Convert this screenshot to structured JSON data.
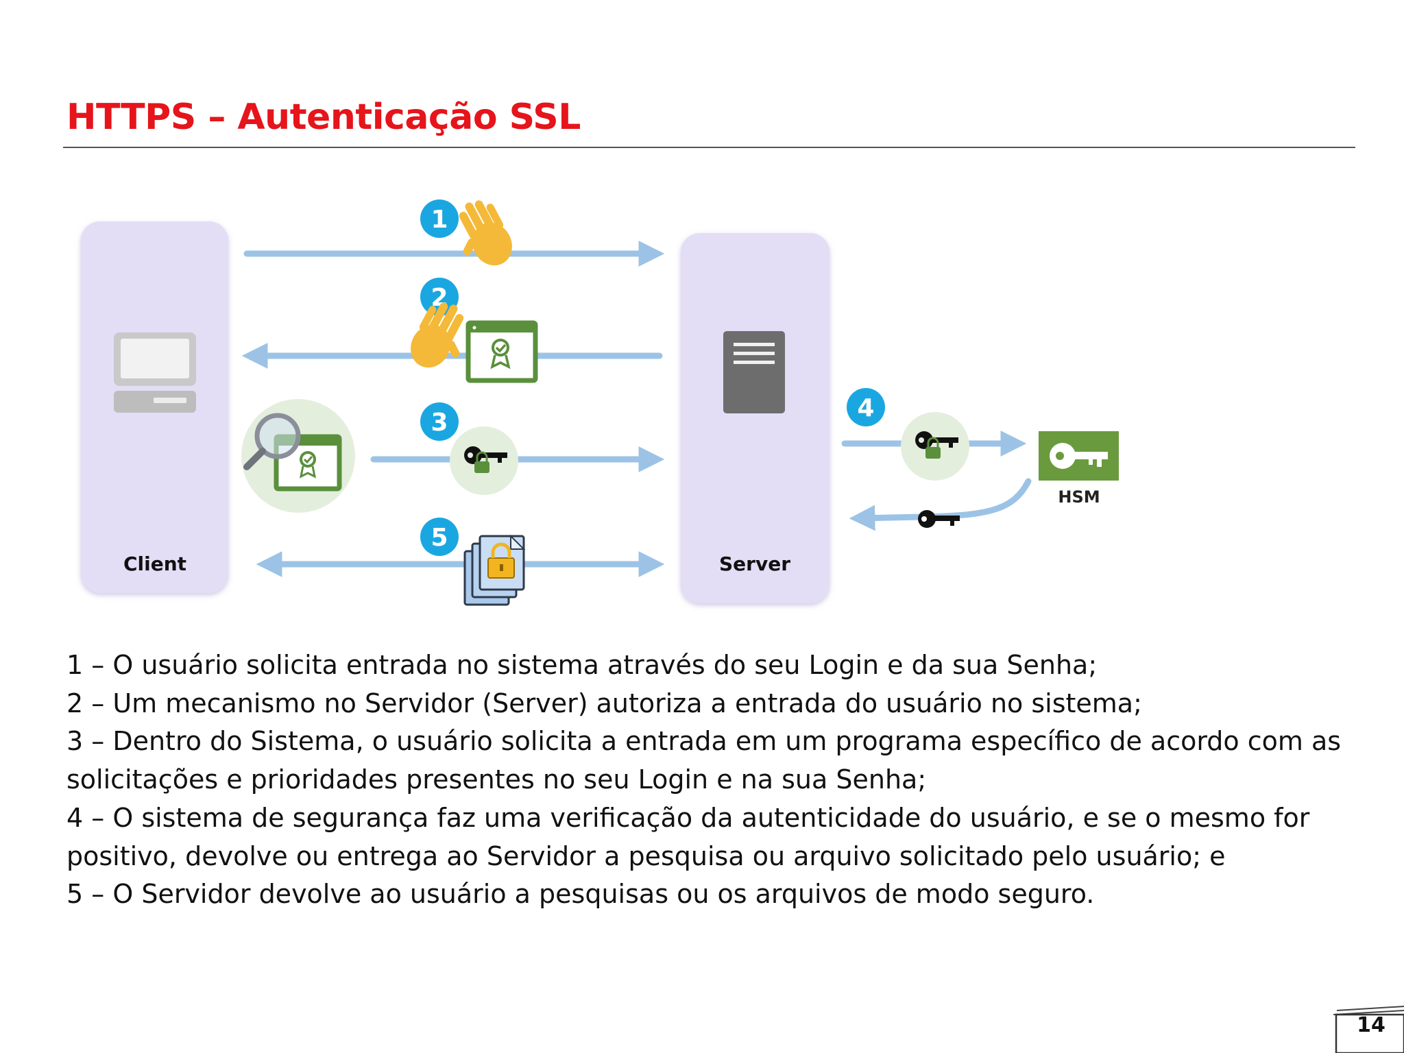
{
  "slide": {
    "title": "HTTPS – Autenticação SSL",
    "page_number": "14"
  },
  "diagram": {
    "client_label": "Client",
    "server_label": "Server",
    "hsm_label": "HSM",
    "step_badges": [
      "1",
      "2",
      "3",
      "4",
      "5"
    ],
    "colors": {
      "panel": "#e3def5",
      "arrow": "#9cc3e6",
      "badge": "#1aa7e1",
      "certificate": "#5a8f3c",
      "hsm": "#6a9a3e"
    }
  },
  "steps": [
    "1 – O usuário solicita entrada no sistema através do seu Login e da sua Senha;",
    "2 – Um mecanismo no Servidor (Server) autoriza a entrada do usuário no sistema;",
    "3 – Dentro do Sistema, o usuário solicita a entrada em um programa específico de acordo com as solicitações e prioridades presentes no seu Login e na sua Senha;",
    "4 – O sistema de segurança faz uma verificação da autenticidade do usuário, e se o mesmo for positivo, devolve ou entrega ao Servidor a pesquisa ou arquivo solicitado pelo usuário; e",
    "5 – O Servidor devolve ao usuário a pesquisas ou os arquivos de modo seguro."
  ]
}
